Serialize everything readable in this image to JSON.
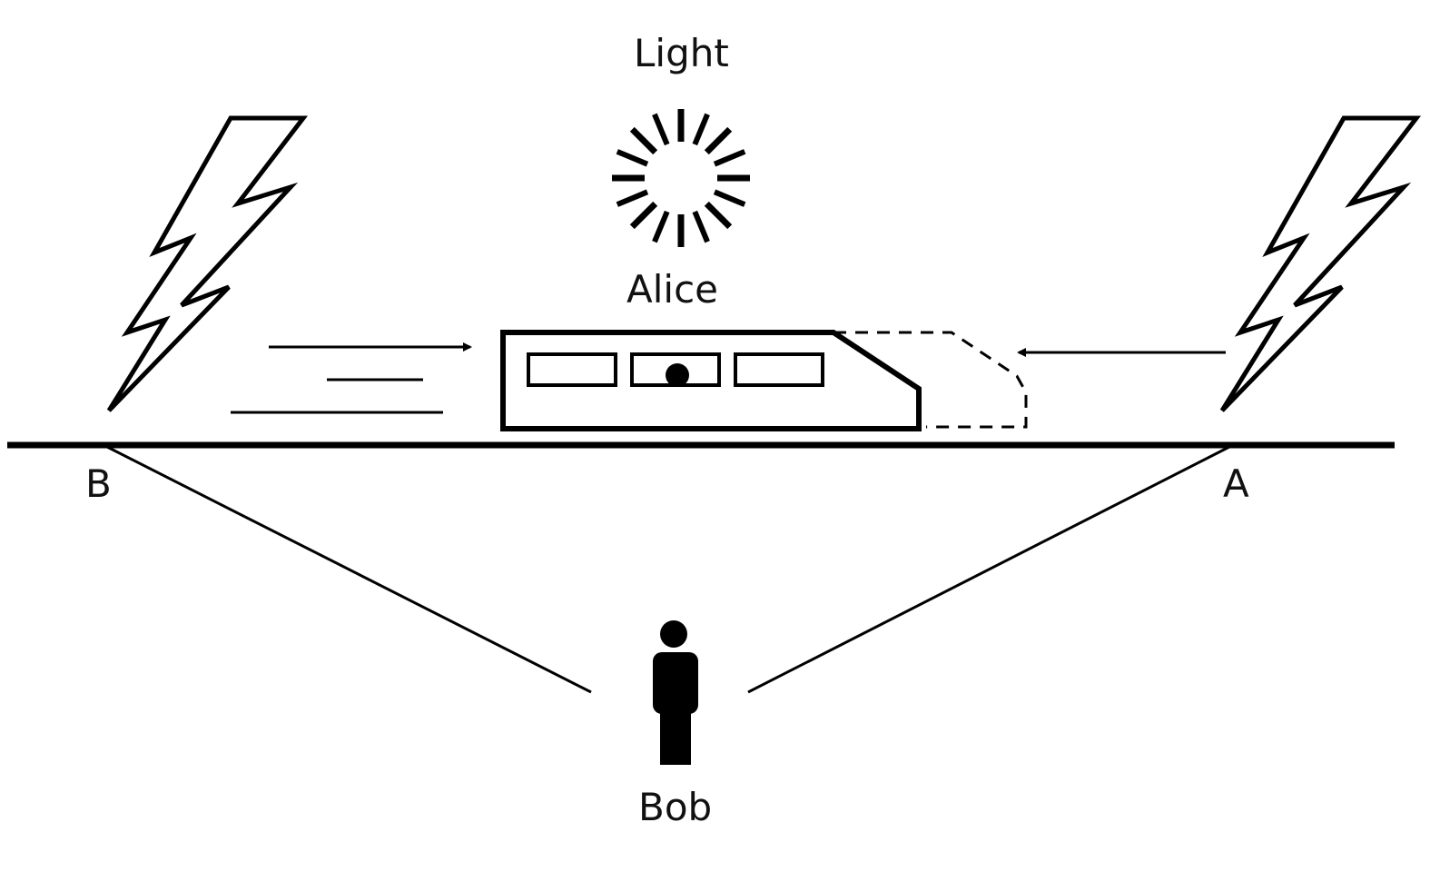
{
  "labels": {
    "light": "Light",
    "alice": "Alice",
    "point_b": "B",
    "point_a": "A",
    "bob": "Bob"
  },
  "colors": {
    "ink": "#000000",
    "background": "#ffffff"
  },
  "icons": [
    "lightning-bolt-icon",
    "light-flash-icon",
    "train-icon",
    "person-icon",
    "arrow-right-icon",
    "arrow-left-icon"
  ]
}
